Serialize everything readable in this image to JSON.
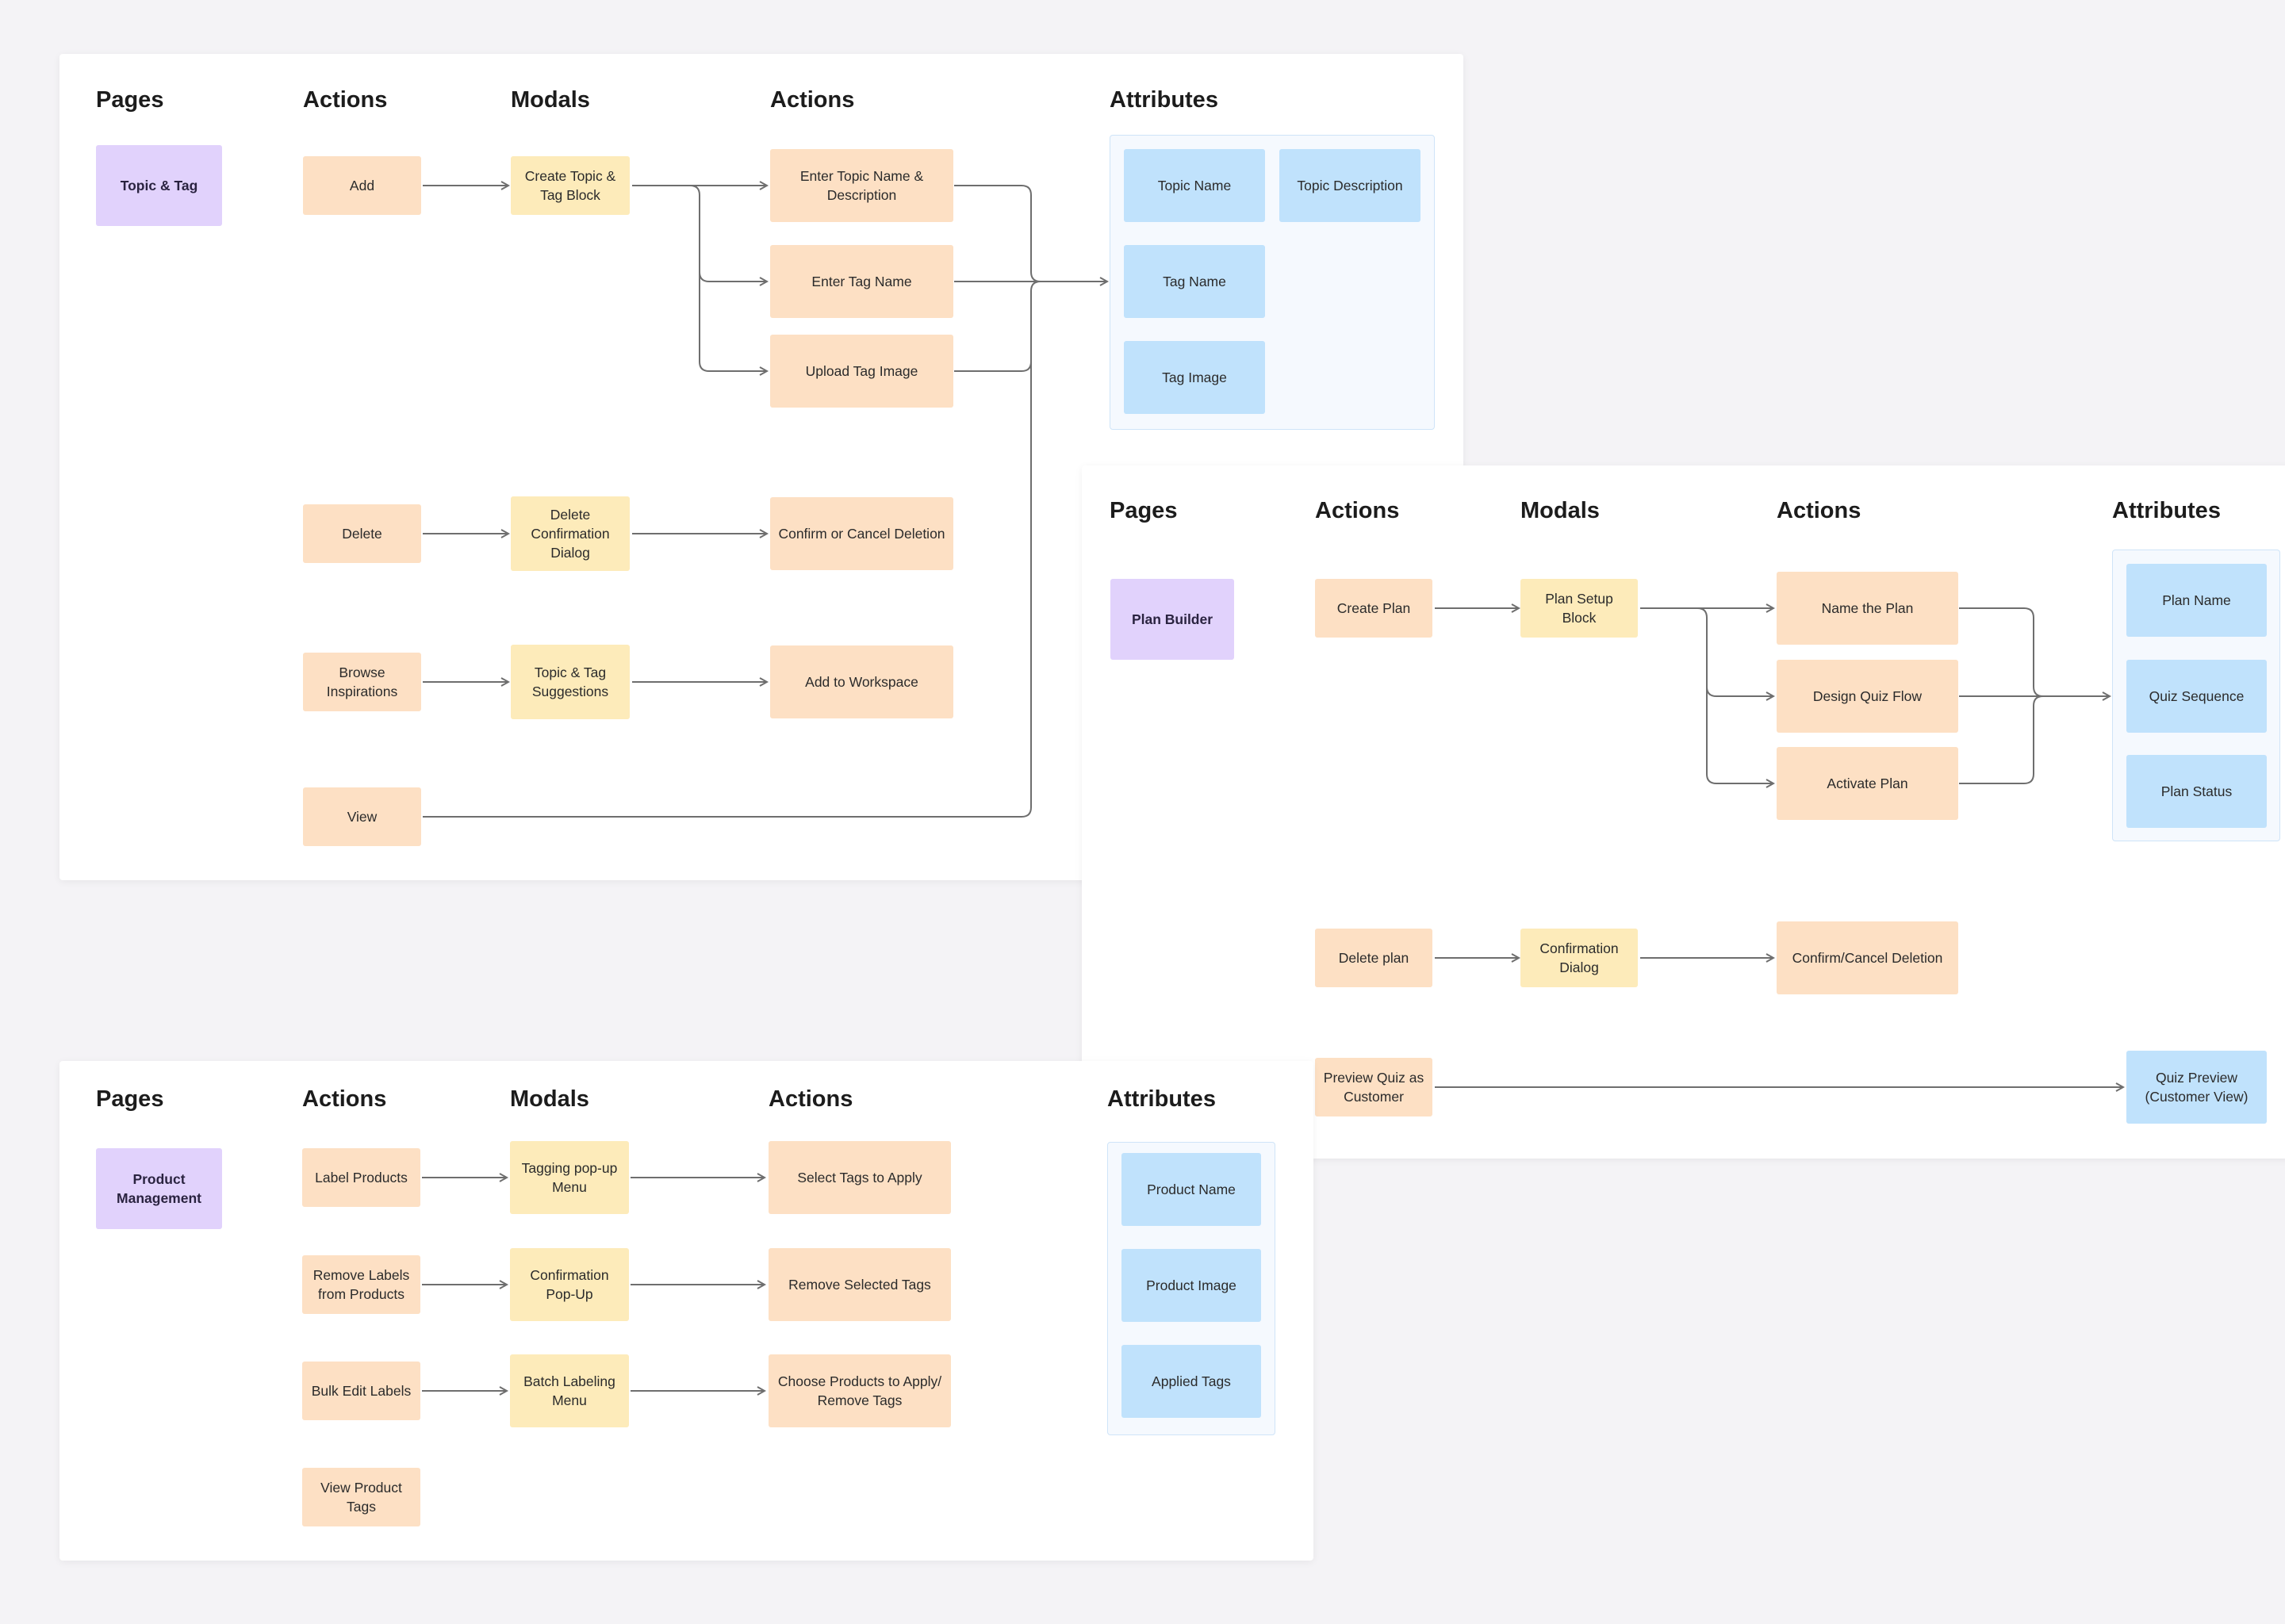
{
  "topic_tag_flow": {
    "headers": {
      "pages": "Pages",
      "actions": "Actions",
      "modals": "Modals",
      "actions2": "Actions",
      "attributes": "Attributes"
    },
    "page": "Topic & Tag",
    "actions": {
      "add": "Add",
      "delete": "Delete",
      "browse": "Browse Inspirations",
      "view": "View"
    },
    "modals": {
      "create": "Create Topic & Tag Block",
      "delete": "Delete Confirmation Dialog",
      "suggestions": "Topic & Tag Suggestions"
    },
    "steps": {
      "topic_name_desc": "Enter Topic Name & Description",
      "tag_name": "Enter Tag Name",
      "upload_image": "Upload Tag Image",
      "confirm_delete": "Confirm or Cancel Deletion",
      "add_workspace": "Add to Workspace"
    },
    "attributes": {
      "topic_name": "Topic Name",
      "topic_description": "Topic Description",
      "tag_name": "Tag Name",
      "tag_image": "Tag Image"
    }
  },
  "plan_builder_flow": {
    "headers": {
      "pages": "Pages",
      "actions": "Actions",
      "modals": "Modals",
      "actions2": "Actions",
      "attributes": "Attributes"
    },
    "page": "Plan Builder",
    "actions": {
      "create": "Create Plan",
      "delete": "Delete plan",
      "preview": "Preview Quiz as Customer"
    },
    "modals": {
      "setup": "Plan Setup Block",
      "confirm": "Confirmation Dialog"
    },
    "steps": {
      "name_plan": "Name the Plan",
      "design_flow": "Design Quiz Flow",
      "activate": "Activate Plan",
      "confirm_delete": "Confirm/Cancel Deletion"
    },
    "attributes": {
      "plan_name": "Plan Name",
      "quiz_sequence": "Quiz Sequence",
      "plan_status": "Plan Status",
      "quiz_preview": "Quiz Preview (Customer View)"
    }
  },
  "product_flow": {
    "headers": {
      "pages": "Pages",
      "actions": "Actions",
      "modals": "Modals",
      "actions2": "Actions",
      "attributes": "Attributes"
    },
    "page": "Product Management",
    "actions": {
      "label": "Label Products",
      "remove": "Remove Labels from Products",
      "bulk": "Bulk Edit Labels",
      "view": "View Product Tags"
    },
    "modals": {
      "tagging": "Tagging pop-up Menu",
      "confirm": "Confirmation Pop-Up",
      "batch": "Batch Labeling Menu"
    },
    "steps": {
      "select_tags": "Select Tags to Apply",
      "remove_tags": "Remove Selected Tags",
      "choose_products": "Choose Products to Apply/ Remove Tags"
    },
    "attributes": {
      "product_name": "Product Name",
      "product_image": "Product Image",
      "applied_tags": "Applied Tags"
    }
  },
  "colors": {
    "page": "#e1d2fc",
    "action": "#fde0c4",
    "modal": "#fdebba",
    "attribute": "#c0e2fc",
    "connector": "#6e6e6e"
  }
}
